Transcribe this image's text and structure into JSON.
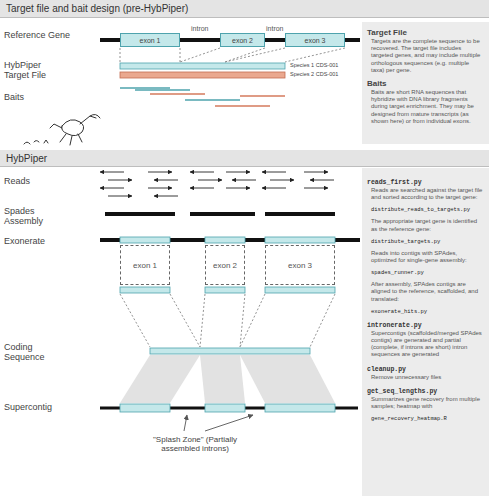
{
  "diagram": {
    "nodes": [
      {
        "text": [
          "Target file and bait design (pre-HybPiper)"
        ]
      },
      {
        "text": [
          "exon 1"
        ]
      },
      {
        "text": [
          "exon 2"
        ]
      },
      {
        "text": [
          "exon 3"
        ]
      },
      {
        "text": [
          "Target File",
          "Targets are the complete sequence to be recovered. The target file includes targeted genes, and may include multiple orthologous sequences (e.g. multiple taxa) per gene.",
          "Baits",
          "Baits are short RNA sequences that hybridize with DNA library fragments during target enrichment. They may be designed from mature transcripts (as shown here) or from individual exons."
        ]
      },
      {
        "text": [
          "HybPiper"
        ]
      },
      {
        "text": [
          "exon 1"
        ]
      },
      {
        "text": [
          "exon 2"
        ]
      },
      {
        "text": [
          "exon 3"
        ]
      },
      {
        "text": [
          "reads_first.py",
          "Reads are searched against the target file and sorted according to the target gene:",
          "distribute_reads_to_targets.py",
          "The appropriate target gene is identified as the reference gene:",
          "distribute_targets.py",
          "Reads into contigs with SPAdes, optimized for single-gene assembly:",
          "spades_runner.py",
          "After assembly, SPAdes contigs are aligned to the reference, scaffolded, and translated:",
          "exonerate_hits.py",
          "intronerate.py",
          "Supercontigs (scaffolded/merged SPAdes contigs) are generated and partial (complete, if introns are short) intron sequences are generated",
          "cleanup.py",
          "Remove unnecessary files",
          "get_seq_lengths.py",
          "Summarizes gene recovery from multiple samples; heatmap with",
          "gene_recovery_heatmap.R"
        ]
      }
    ],
    "labels": [
      "Reference Gene",
      "intron",
      "intron",
      "HybPiper Target File",
      "Species 1 CDS-001",
      "Species 2 CDS-001",
      "Baits",
      "Reads",
      "Spades Assembly",
      "Exonerate",
      "Coding Sequence",
      "Supercontig",
      "\"Splash Zone\" (Partially assembled introns)"
    ]
  }
}
